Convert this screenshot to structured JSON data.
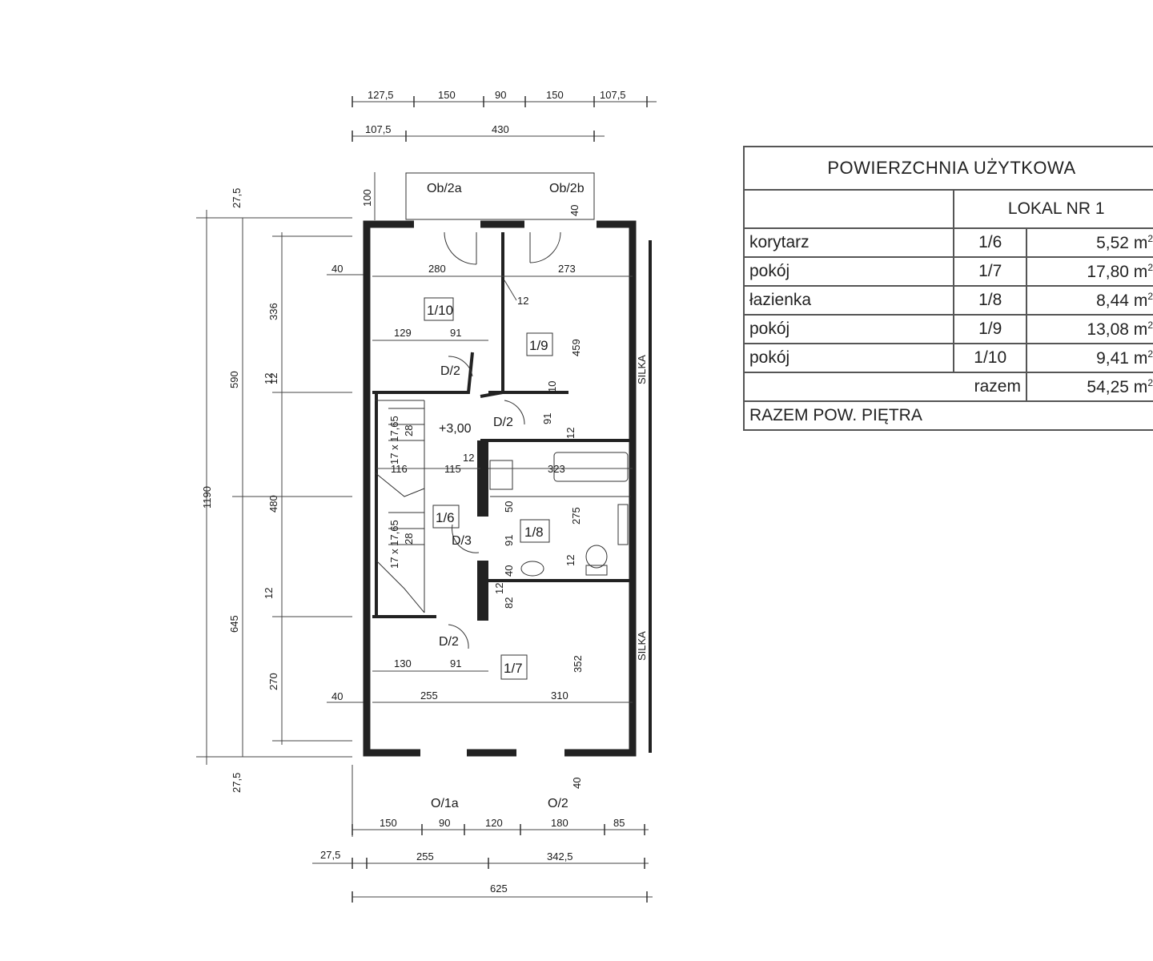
{
  "plan": {
    "top_dims_row1": [
      "127,5",
      "150",
      "90",
      "150",
      "107,5"
    ],
    "top_dims_row2": [
      "107,5",
      "430"
    ],
    "windows_top": [
      "Ob/2a",
      "Ob/2b"
    ],
    "windows_bottom": [
      "O/1a",
      "O/2"
    ],
    "left_outer": [
      "27,5",
      "1190",
      "27,5"
    ],
    "left_inner": [
      "590",
      "12",
      "645"
    ],
    "left_detail": [
      "336",
      "12",
      "480",
      "12",
      "270"
    ],
    "bottom_dims_row1": [
      "150",
      "90",
      "120",
      "180",
      "85"
    ],
    "bottom_dims_row2": [
      "27,5",
      "255",
      "342,5"
    ],
    "bottom_total": "625",
    "room_labels": [
      "1/10",
      "1/9",
      "1/6",
      "1/8",
      "1/7"
    ],
    "doors": [
      "D/2",
      "D/2",
      "D/3",
      "D/2"
    ],
    "level": "+3,00",
    "stairs": [
      "17 x 17,65",
      "28",
      "17 x 17,65",
      "28"
    ],
    "inner_dims": {
      "d280": "280",
      "d273": "273",
      "d40a": "40",
      "d12a": "12",
      "d129": "129",
      "d91a": "91",
      "d459": "459",
      "d10": "10",
      "d91b": "91",
      "d12b": "12",
      "d116": "116",
      "d115": "115",
      "d12c": "12",
      "d323": "323",
      "d50": "50",
      "d275": "275",
      "d91c": "91",
      "d40b": "40",
      "d12d": "12",
      "d40c": "40",
      "d12e": "12",
      "d82": "82",
      "d352": "352",
      "d130": "130",
      "d91d": "91",
      "d255": "255",
      "d310": "310",
      "d40d": "40",
      "d40e": "40",
      "d100": "100"
    },
    "silka": [
      "SILKA",
      "SILKA"
    ]
  },
  "table": {
    "title": "POWIERZCHNIA UŻYTKOWA",
    "unit_header": "LOKAL NR 1",
    "rows": [
      {
        "name": "korytarz",
        "no": "1/6",
        "area": "5,52 m",
        "sup": "2"
      },
      {
        "name": "pokój",
        "no": "1/7",
        "area": "17,80 m",
        "sup": "2"
      },
      {
        "name": "łazienka",
        "no": "1/8",
        "area": "8,44 m",
        "sup": "2"
      },
      {
        "name": "pokój",
        "no": "1/9",
        "area": "13,08 m",
        "sup": "2"
      },
      {
        "name": "pokój",
        "no": "1/10",
        "area": "9,41 m",
        "sup": "2"
      }
    ],
    "sum_label": "razem",
    "sum_value": "54,25 m",
    "sum_sup": "2",
    "floor_total_label": "RAZEM POW. PIĘTRA"
  }
}
